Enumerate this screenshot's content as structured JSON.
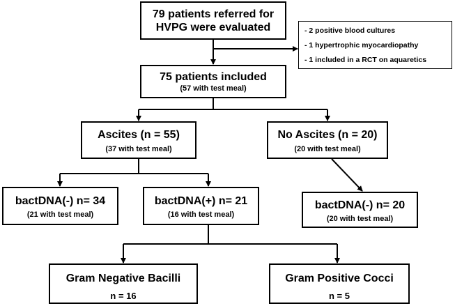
{
  "boxes": {
    "referred": {
      "line1": "79 patients referred for",
      "line2": "HVPG were evaluated"
    },
    "excluded": {
      "items": [
        "- 2 positive blood cultures",
        "- 1 hypertrophic myocardiopathy",
        "- 1 included in a RCT on aquaretics"
      ]
    },
    "included": {
      "main": "75 patients included",
      "sub": "(57 with test meal)"
    },
    "ascites": {
      "main": "Ascites (n = 55)",
      "sub": "(37 with test meal)"
    },
    "no_ascites": {
      "main": "No Ascites (n = 20)",
      "sub": "(20 with test meal)"
    },
    "bact_neg_ascites": {
      "main": "bactDNA(-) n= 34",
      "sub": "(21 with test meal)"
    },
    "bact_pos_ascites": {
      "main": "bactDNA(+) n= 21",
      "sub": "(16 with test meal)"
    },
    "bact_neg_no_ascites": {
      "main": "bactDNA(-) n= 20",
      "sub": "(20 with test meal)"
    },
    "gram_neg": {
      "main": "Gram Negative Bacilli",
      "sub": "n = 16"
    },
    "gram_pos": {
      "main": "Gram Positive Cocci",
      "sub": "n = 5"
    }
  }
}
